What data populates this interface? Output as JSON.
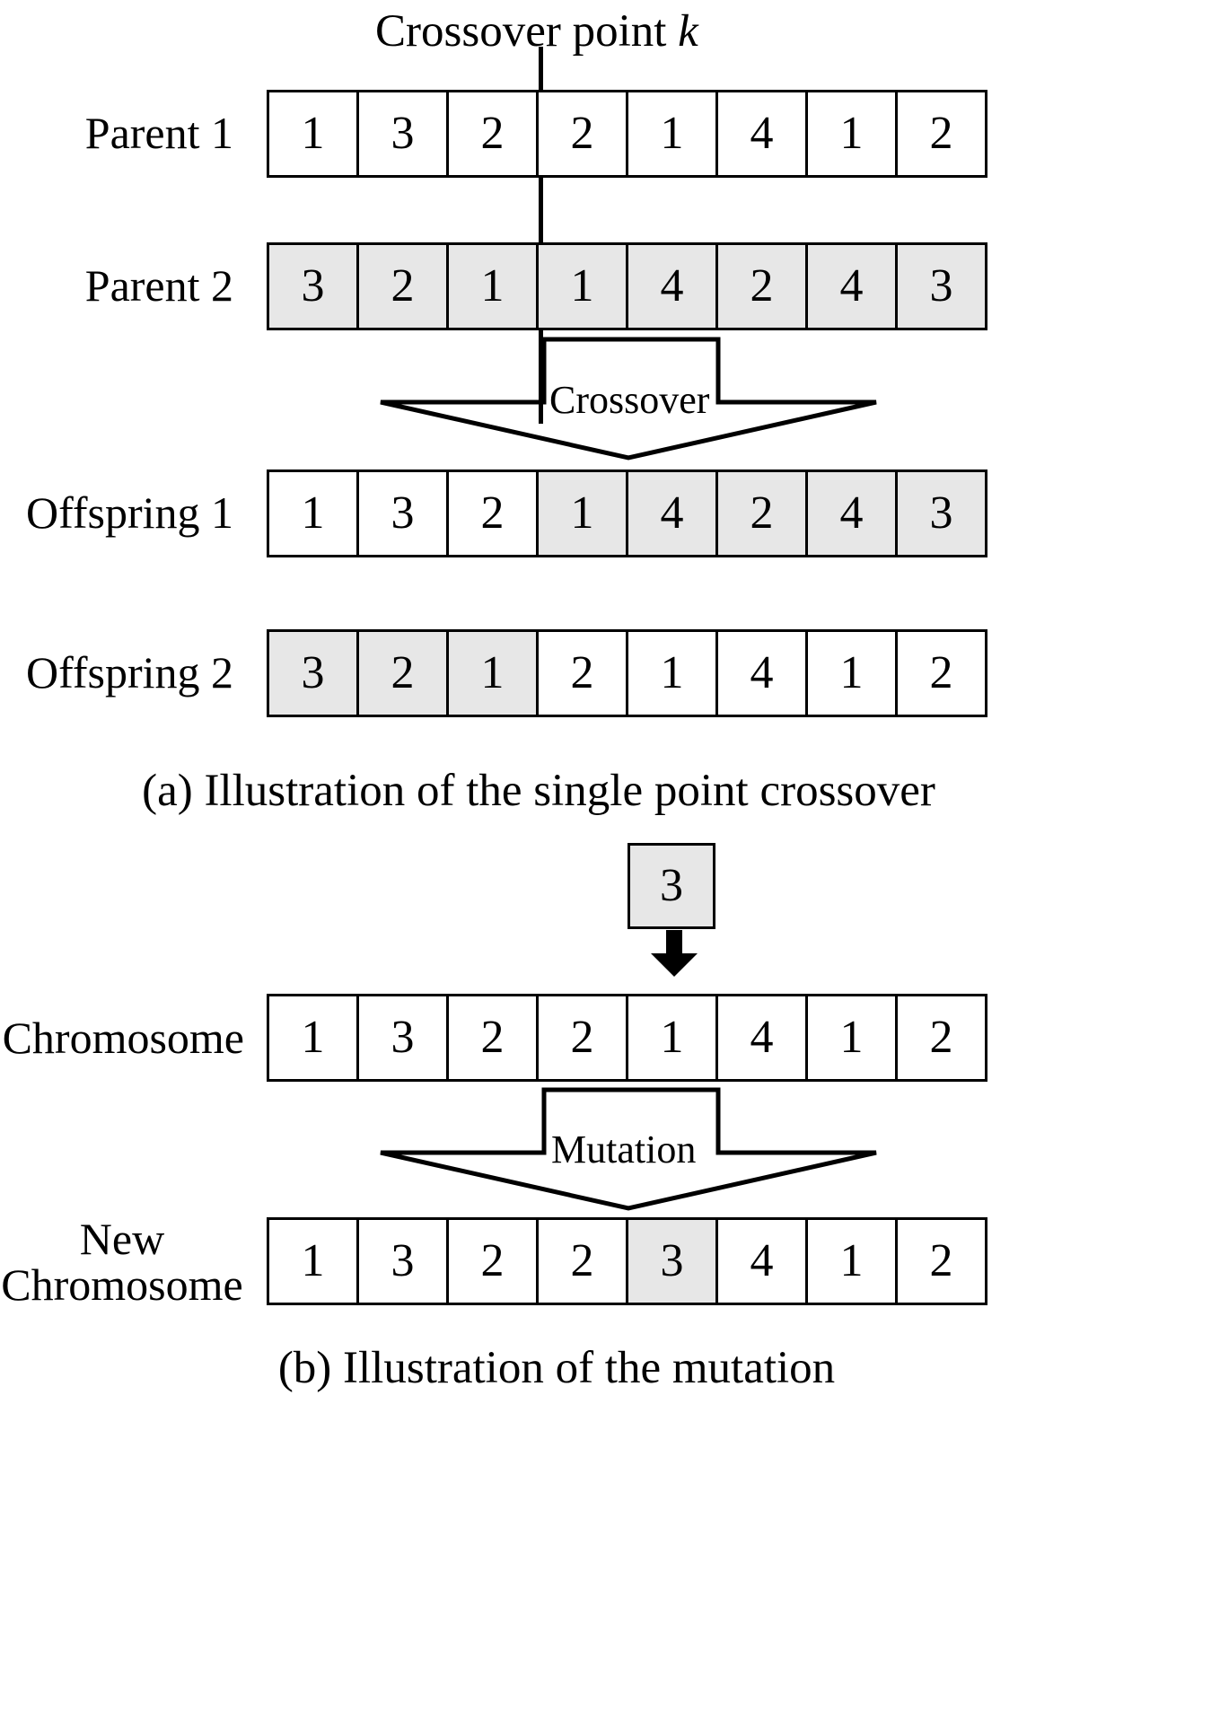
{
  "figure": {
    "title": "Crossover point k",
    "title_plain": "Crossover point ",
    "title_italic": "k",
    "colors": {
      "stroke": "#000000",
      "highlight_fill": "#e7e7e7",
      "background": "#ffffff"
    }
  },
  "panel_a": {
    "caption": "(a) Illustration of the single point crossover",
    "crossover_point_index": 3,
    "arrow_label": "Crossover",
    "rows": [
      {
        "label": "Parent 1",
        "cells": [
          {
            "value": "1",
            "highlighted": false
          },
          {
            "value": "3",
            "highlighted": false
          },
          {
            "value": "2",
            "highlighted": false
          },
          {
            "value": "2",
            "highlighted": false
          },
          {
            "value": "1",
            "highlighted": false
          },
          {
            "value": "4",
            "highlighted": false
          },
          {
            "value": "1",
            "highlighted": false
          },
          {
            "value": "2",
            "highlighted": false
          }
        ]
      },
      {
        "label": "Parent 2",
        "cells": [
          {
            "value": "3",
            "highlighted": true
          },
          {
            "value": "2",
            "highlighted": true
          },
          {
            "value": "1",
            "highlighted": true
          },
          {
            "value": "1",
            "highlighted": true
          },
          {
            "value": "4",
            "highlighted": true
          },
          {
            "value": "2",
            "highlighted": true
          },
          {
            "value": "4",
            "highlighted": true
          },
          {
            "value": "3",
            "highlighted": true
          }
        ]
      },
      {
        "label": "Offspring 1",
        "cells": [
          {
            "value": "1",
            "highlighted": false
          },
          {
            "value": "3",
            "highlighted": false
          },
          {
            "value": "2",
            "highlighted": false
          },
          {
            "value": "1",
            "highlighted": true
          },
          {
            "value": "4",
            "highlighted": true
          },
          {
            "value": "2",
            "highlighted": true
          },
          {
            "value": "4",
            "highlighted": true
          },
          {
            "value": "3",
            "highlighted": true
          }
        ]
      },
      {
        "label": "Offspring 2",
        "cells": [
          {
            "value": "3",
            "highlighted": true
          },
          {
            "value": "2",
            "highlighted": true
          },
          {
            "value": "1",
            "highlighted": true
          },
          {
            "value": "2",
            "highlighted": false
          },
          {
            "value": "1",
            "highlighted": false
          },
          {
            "value": "4",
            "highlighted": false
          },
          {
            "value": "1",
            "highlighted": false
          },
          {
            "value": "2",
            "highlighted": false
          }
        ]
      }
    ]
  },
  "panel_b": {
    "caption": "(b) Illustration of the mutation",
    "arrow_label": "Mutation",
    "mutation_gene": {
      "value": "3",
      "highlighted": true,
      "target_index": 4
    },
    "rows": [
      {
        "label": "Chromosome",
        "label_line1": "Chromosome",
        "label_line2": "",
        "cells": [
          {
            "value": "1",
            "highlighted": false
          },
          {
            "value": "3",
            "highlighted": false
          },
          {
            "value": "2",
            "highlighted": false
          },
          {
            "value": "2",
            "highlighted": false
          },
          {
            "value": "1",
            "highlighted": false
          },
          {
            "value": "4",
            "highlighted": false
          },
          {
            "value": "1",
            "highlighted": false
          },
          {
            "value": "2",
            "highlighted": false
          }
        ]
      },
      {
        "label": "New Chromosome",
        "label_line1": "New",
        "label_line2": "Chromosome",
        "cells": [
          {
            "value": "1",
            "highlighted": false
          },
          {
            "value": "3",
            "highlighted": false
          },
          {
            "value": "2",
            "highlighted": false
          },
          {
            "value": "2",
            "highlighted": false
          },
          {
            "value": "3",
            "highlighted": true
          },
          {
            "value": "4",
            "highlighted": false
          },
          {
            "value": "1",
            "highlighted": false
          },
          {
            "value": "2",
            "highlighted": false
          }
        ]
      }
    ]
  }
}
